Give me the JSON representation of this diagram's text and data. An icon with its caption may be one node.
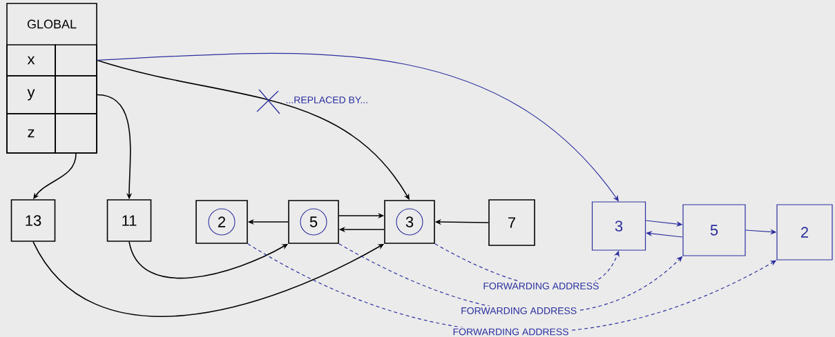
{
  "diagram": {
    "nodes": [
      {
        "text": [
          "GLOBAL"
        ]
      },
      {
        "text": [
          "x"
        ],
        "in": 0
      },
      {
        "text": [],
        "shape": "box",
        "in": 0
      },
      {
        "text": [
          "y"
        ],
        "in": 0
      },
      {
        "text": [],
        "shape": "box",
        "in": 0
      },
      {
        "text": [
          "z"
        ],
        "in": 0
      },
      {
        "text": [],
        "shape": "box",
        "in": 0
      },
      {
        "text": [
          "13"
        ]
      },
      {
        "text": [
          "11"
        ]
      },
      {
        "text": [
          "2"
        ]
      },
      {
        "text": [
          "5"
        ]
      },
      {
        "text": [
          "3"
        ]
      },
      {
        "text": [
          "7"
        ]
      },
      {
        "text": [
          "3"
        ]
      },
      {
        "text": [
          "5"
        ]
      },
      {
        "text": [
          "2"
        ]
      }
    ],
    "edges": [
      {
        "from": 2,
        "to": 11,
        "arrow": "to"
      },
      {
        "from": 2,
        "to": 13,
        "arrow": "to",
        "color": "#2b2f9e"
      },
      {
        "from": 4,
        "to": 8,
        "arrow": "to"
      },
      {
        "from": 6,
        "to": 7,
        "arrow": "to"
      },
      {
        "from": 10,
        "to": 9,
        "arrow": "to"
      },
      {
        "from": 10,
        "to": 11,
        "arrow": "to"
      },
      {
        "from": 11,
        "to": 10,
        "arrow": "to"
      },
      {
        "from": 12,
        "to": 11,
        "arrow": "to"
      },
      {
        "from": 8,
        "to": 10,
        "arrow": "to"
      },
      {
        "from": 7,
        "to": 11,
        "arrow": "to"
      },
      {
        "from": 13,
        "to": 14,
        "arrow": "to",
        "color": "#2b2f9e"
      },
      {
        "from": 14,
        "to": 13,
        "arrow": "to",
        "color": "#2b2f9e"
      },
      {
        "from": 14,
        "to": 15,
        "arrow": "to",
        "color": "#2b2f9e"
      },
      {
        "from": 11,
        "to": 13,
        "arrow": "to",
        "style": "dashed",
        "color": "#2b2f9e",
        "label": "FORWARDING ADDRESS"
      },
      {
        "from": 10,
        "to": 14,
        "arrow": "to",
        "style": "dashed",
        "color": "#2b2f9e",
        "label": "FORWARDING ADDRESS"
      },
      {
        "from": 9,
        "to": 15,
        "arrow": "to",
        "style": "dashed",
        "color": "#2b2f9e",
        "label": "FORWARDING ADDRESS"
      }
    ],
    "labels": [
      "...REPLACED BY..."
    ]
  }
}
